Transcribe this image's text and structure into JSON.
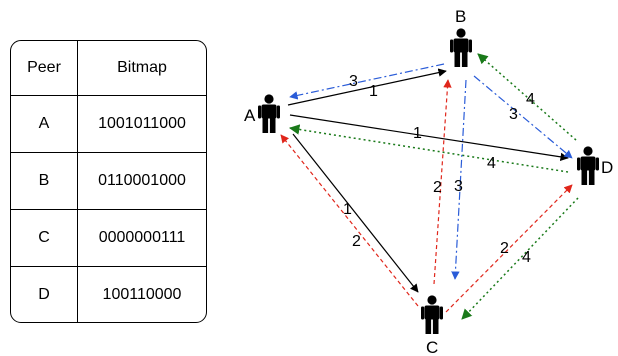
{
  "table": {
    "header": {
      "peer": "Peer",
      "bitmap": "Bitmap"
    },
    "rows": [
      {
        "peer": "A",
        "bitmap": "1001011000"
      },
      {
        "peer": "B",
        "bitmap": "0110001000"
      },
      {
        "peer": "C",
        "bitmap": "0000000111"
      },
      {
        "peer": "D",
        "bitmap": "100110000"
      }
    ]
  },
  "nodes": {
    "A": "A",
    "B": "B",
    "C": "C",
    "D": "D"
  },
  "edges": {
    "a_b_step1": "1",
    "b_a_step3": "3",
    "a_d_step1": "1",
    "d_a_step4": "4",
    "a_c_step1": "1",
    "c_a_step2": "2",
    "c_b_step2": "2",
    "b_c_step3": "3",
    "b_d_step3": "3",
    "d_b_step4": "4",
    "c_d_step2": "2",
    "d_c_step4": "4"
  },
  "colors": {
    "step1": "#000000",
    "step2": "#e0261b",
    "step3": "#2a5cd8",
    "step4": "#1a7a1a"
  }
}
